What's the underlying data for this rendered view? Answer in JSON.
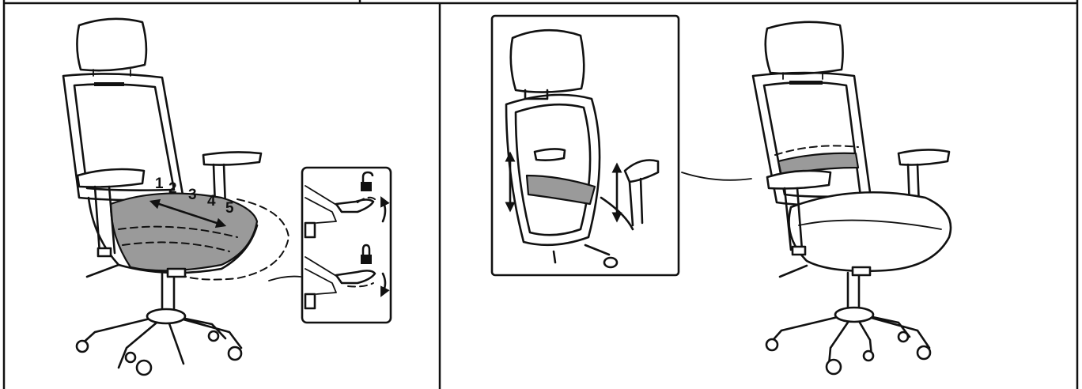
{
  "seat_depth_positions": [
    "1",
    "2",
    "3",
    "4",
    "5"
  ],
  "icons": {
    "unlock": "unlocked-padlock-icon",
    "lock": "locked-padlock-icon",
    "rotate_ccw": "rotate-arrow-icon",
    "rotate_cw": "rotate-arrow-icon",
    "seat_slide": "double-arrow-icon",
    "backrest_height": "vertical-double-arrow-icon"
  },
  "colors": {
    "line": "#111111",
    "highlight_fill": "#9a9a9a",
    "background": "#ffffff"
  }
}
